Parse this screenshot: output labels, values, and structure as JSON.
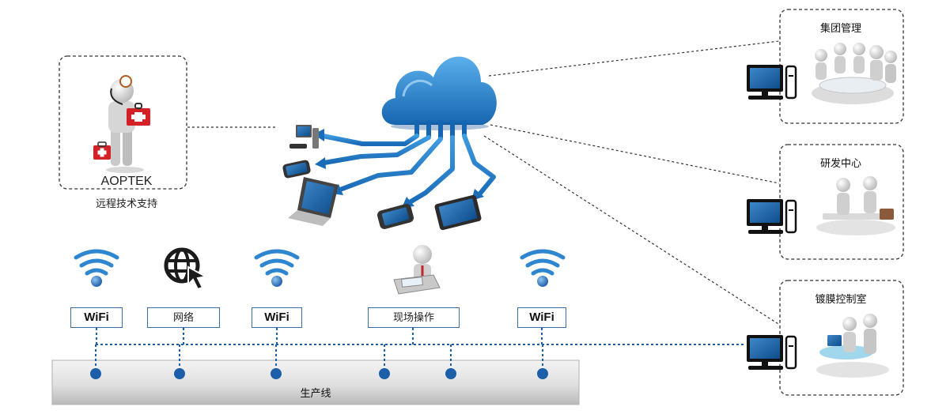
{
  "support": {
    "brand": "AOPTEK",
    "caption": "远程技术支持",
    "icons": [
      "doctor-with-medical-kit-icon",
      "first-aid-kit-icon"
    ]
  },
  "cloud": {
    "icon": "cloud-icon",
    "devices": [
      "desktop-computer-icon",
      "phone-icon",
      "laptop-icon",
      "smartphone-icon",
      "tablet-icon"
    ]
  },
  "departments": [
    {
      "label": "集团管理",
      "icon": "meeting-people-icon"
    },
    {
      "label": "研发中心",
      "icon": "team-discussion-icon"
    },
    {
      "label": "镀膜控制室",
      "icon": "operator-at-desk-icon"
    }
  ],
  "nodes": [
    {
      "label": "WiFi",
      "icon": "wifi-icon"
    },
    {
      "label": "网络",
      "icon": "globe-cursor-icon"
    },
    {
      "label": "WiFi",
      "icon": "wifi-icon"
    },
    {
      "label": "现场操作",
      "icon": "worker-at-console-icon"
    },
    {
      "label": "WiFi",
      "icon": "wifi-icon"
    }
  ],
  "production_line": {
    "label": "生产线"
  },
  "colors": {
    "accent": "#1e6fb8",
    "dots": "#1c5fa8",
    "label_border": "#3a6ea8",
    "dashed_lines": "#333333",
    "bar_top": "#f3f3f3",
    "bar_bottom": "#b9b9b9"
  }
}
